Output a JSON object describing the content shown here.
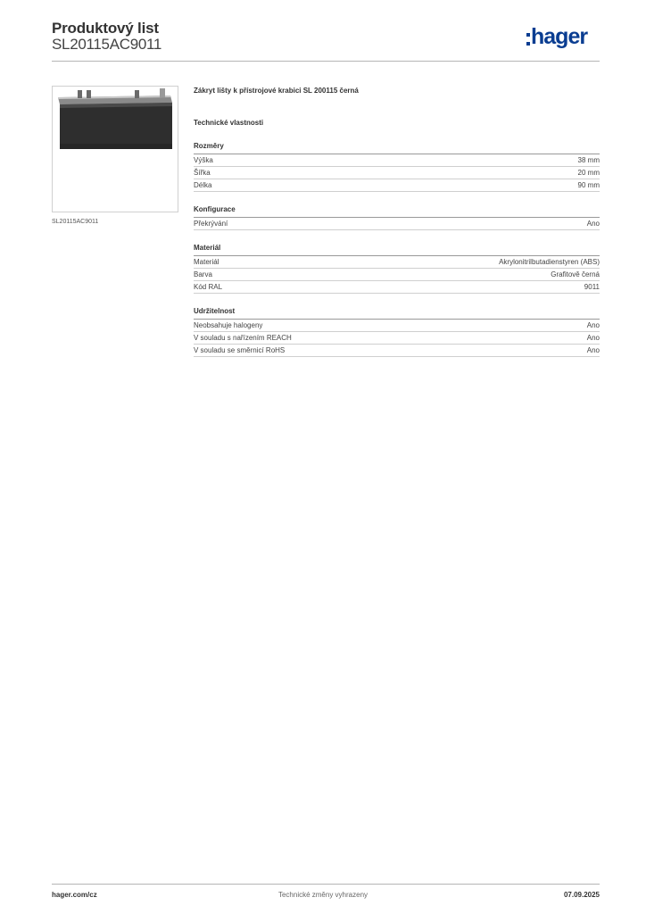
{
  "header": {
    "title": "Produktový list",
    "code": "SL20115AC9011",
    "logo_text": "hager",
    "brand_color": "#0a3d91"
  },
  "product": {
    "image_caption": "SL20115AC9011",
    "name": "Zákryt lišty k přístrojové krabici SL 200115 černá",
    "section_title": "Technické vlastnosti"
  },
  "groups": [
    {
      "title": "Rozměry",
      "rows": [
        {
          "label": "Výška",
          "value": "38 mm"
        },
        {
          "label": "Šířka",
          "value": "20 mm"
        },
        {
          "label": "Délka",
          "value": "90 mm"
        }
      ]
    },
    {
      "title": "Konfigurace",
      "rows": [
        {
          "label": "Překrývání",
          "value": "Ano"
        }
      ]
    },
    {
      "title": "Materiál",
      "rows": [
        {
          "label": "Materiál",
          "value": "Akrylonitrilbutadienstyren (ABS)"
        },
        {
          "label": "Barva",
          "value": "Grafitově černá"
        },
        {
          "label": "Kód RAL",
          "value": "9011"
        }
      ]
    },
    {
      "title": "Udržitelnost",
      "rows": [
        {
          "label": "Neobsahuje halogeny",
          "value": "Ano"
        },
        {
          "label": "V souladu s nařízením REACH",
          "value": "Ano"
        },
        {
          "label": "V souladu se směrnicí RoHS",
          "value": "Ano"
        }
      ]
    }
  ],
  "footer": {
    "website": "hager.com/cz",
    "notice": "Technické změny vyhrazeny",
    "date": "07.09.2025"
  }
}
